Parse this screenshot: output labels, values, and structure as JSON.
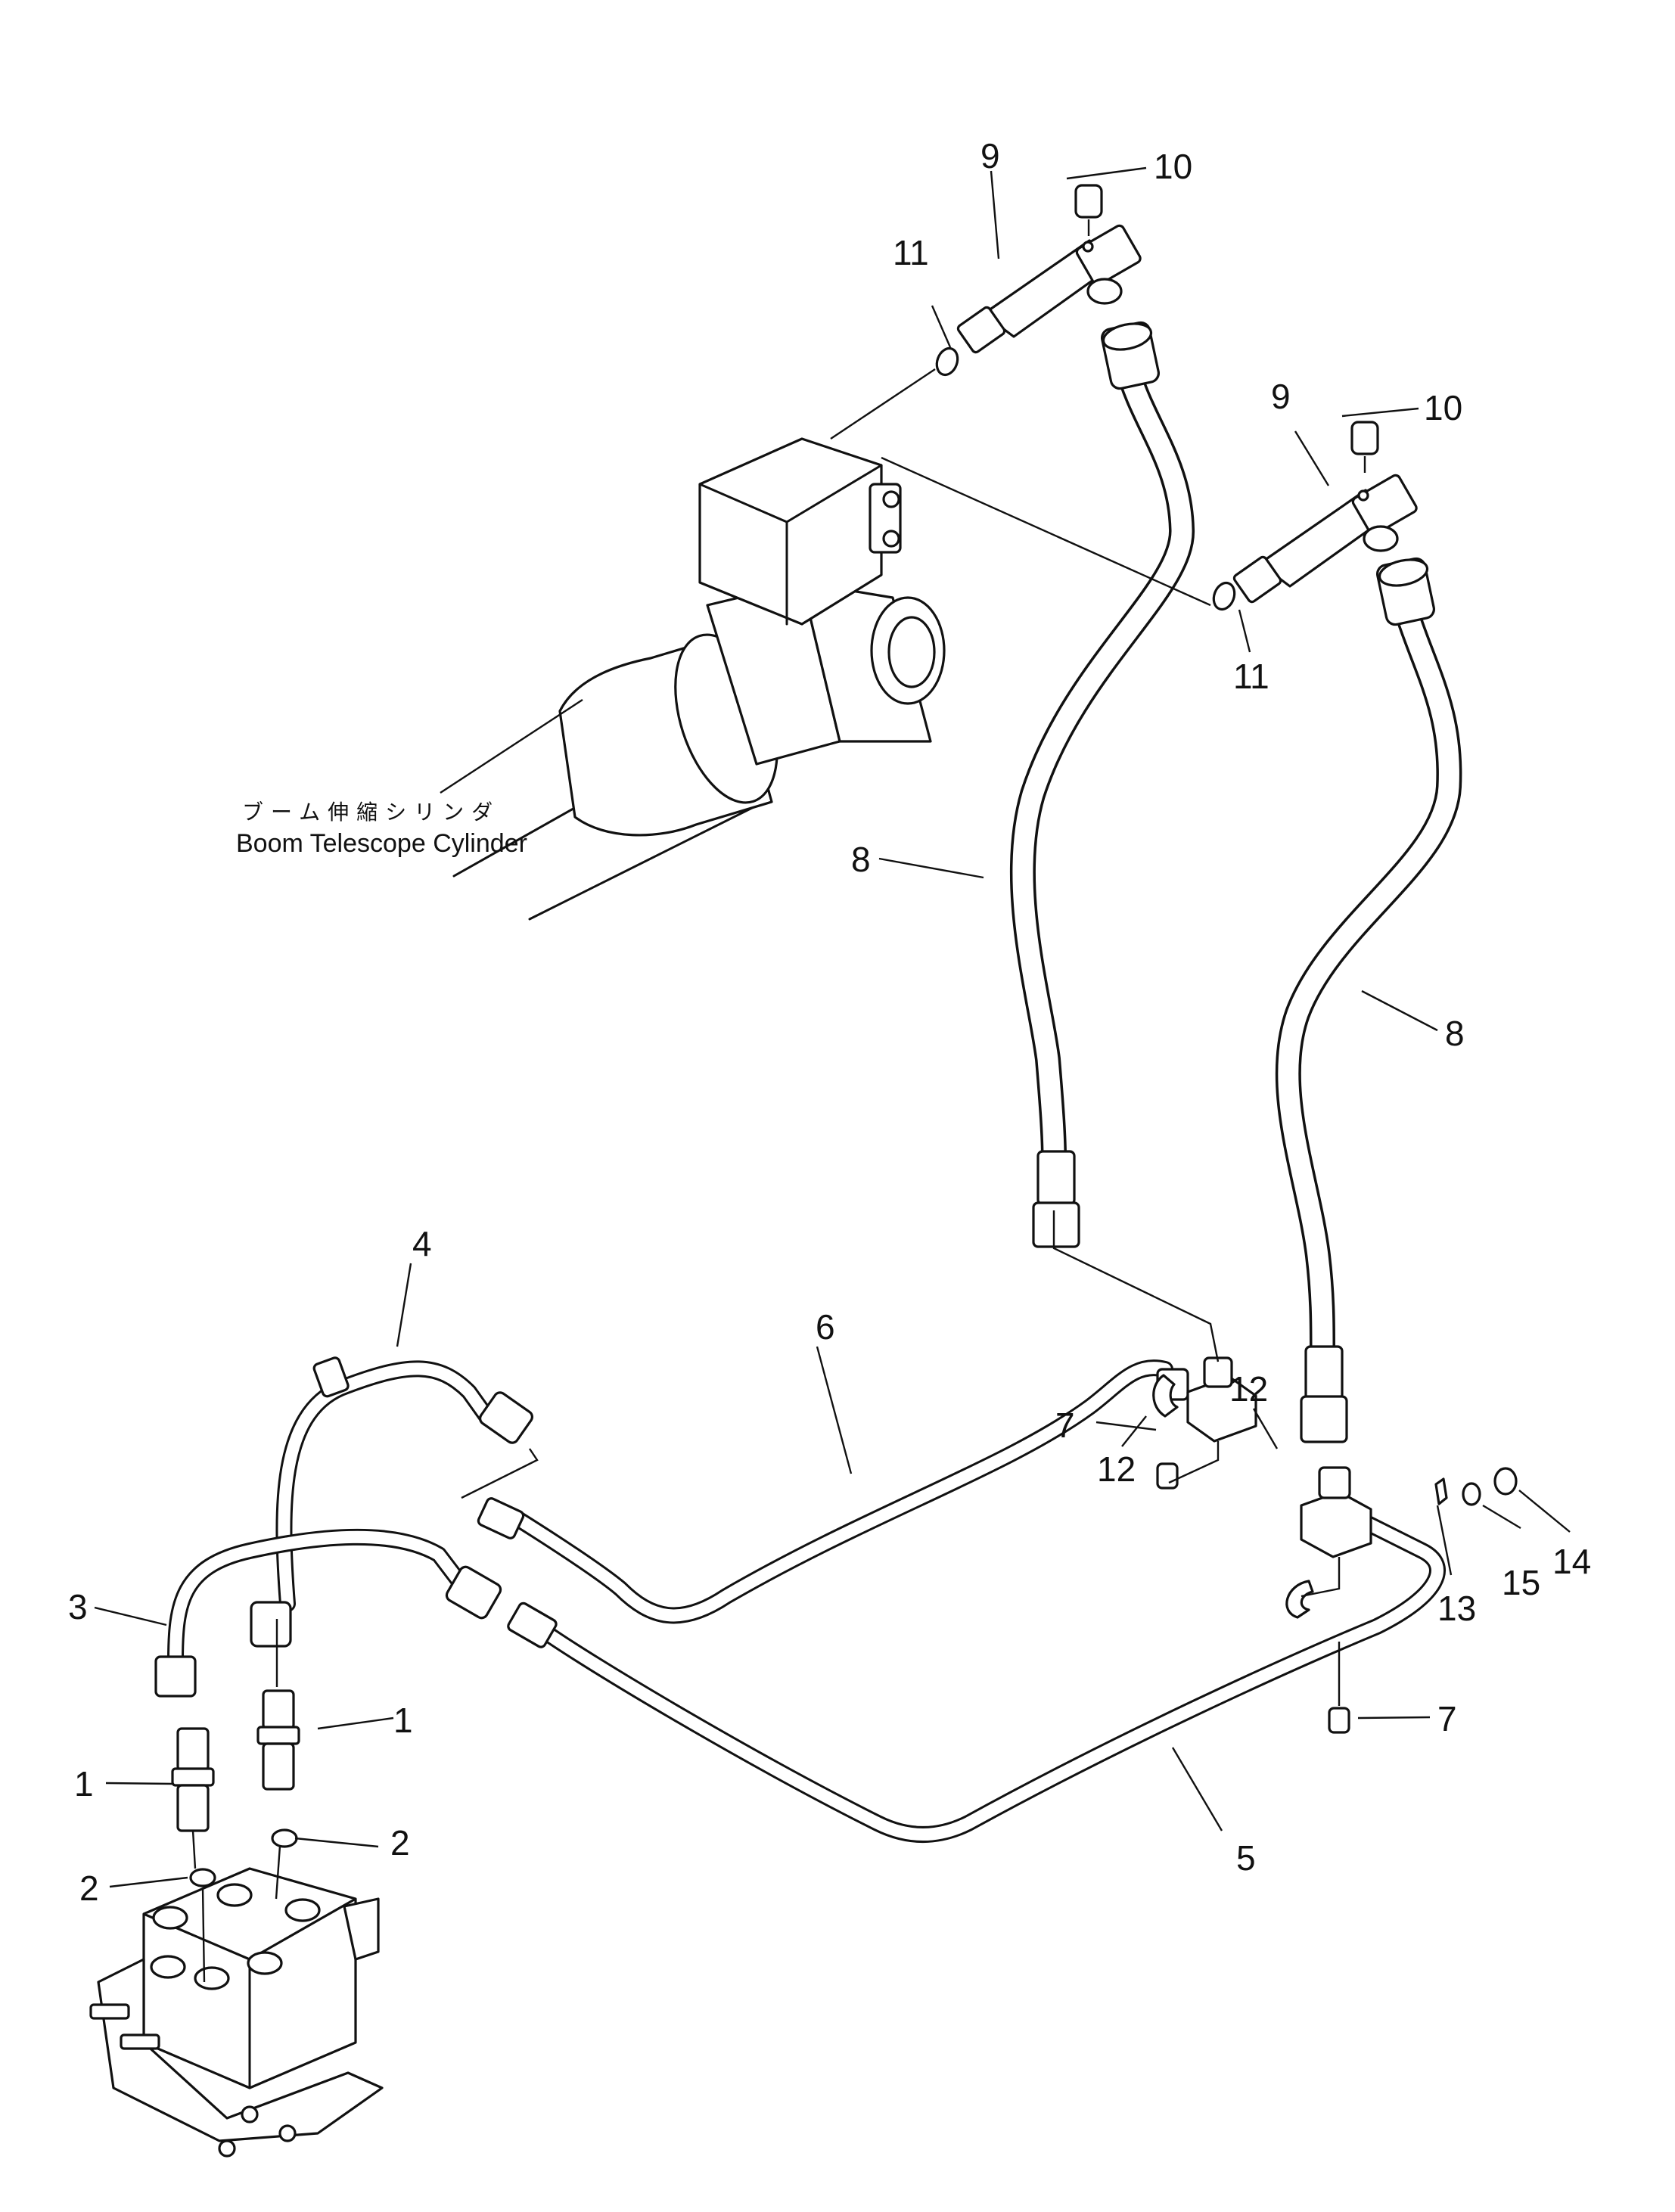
{
  "caption": {
    "japanese": "ブーム伸縮シリンダ",
    "english": "Boom Telescope Cylinder"
  },
  "callouts": {
    "c1a": "1",
    "c1b": "1",
    "c2a": "2",
    "c2b": "2",
    "c3": "3",
    "c4": "4",
    "c5": "5",
    "c6": "6",
    "c7a": "7",
    "c7b": "7",
    "c8a": "8",
    "c8b": "8",
    "c9a": "9",
    "c9b": "9",
    "c10a": "10",
    "c10b": "10",
    "c11a": "11",
    "c11b": "11",
    "c12a": "12",
    "c12b": "12",
    "c13": "13",
    "c14": "14",
    "c15": "15"
  }
}
